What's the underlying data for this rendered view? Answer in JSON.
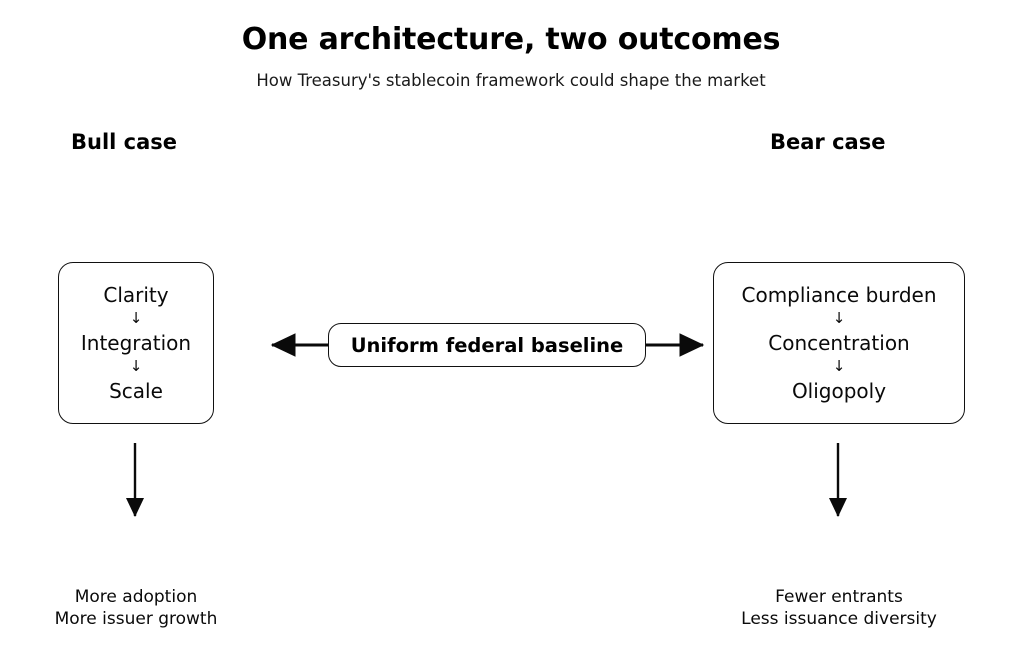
{
  "header": {
    "title": "One architecture, two outcomes",
    "subtitle": "How Treasury's stablecoin framework could shape the market"
  },
  "colors": {
    "background": "#ffffff",
    "ink": "#0a0a0a",
    "stroke": "#111111"
  },
  "center": {
    "label": "Uniform federal baseline"
  },
  "bull": {
    "heading": "Bull case",
    "chain": [
      "Clarity",
      "Integration",
      "Scale"
    ],
    "chain_arrow": "↓",
    "outcome_line1": "More adoption",
    "outcome_line2": "More issuer growth"
  },
  "bear": {
    "heading": "Bear case",
    "chain": [
      "Compliance burden",
      "Concentration",
      "Oligopoly"
    ],
    "chain_arrow": "↓",
    "outcome_line1": "Fewer entrants",
    "outcome_line2": "Less issuance diversity"
  },
  "connectors": {
    "left_arrow": "arrow-left",
    "right_arrow": "arrow-right",
    "bull_down_arrow": "arrow-down",
    "bear_down_arrow": "arrow-down"
  }
}
